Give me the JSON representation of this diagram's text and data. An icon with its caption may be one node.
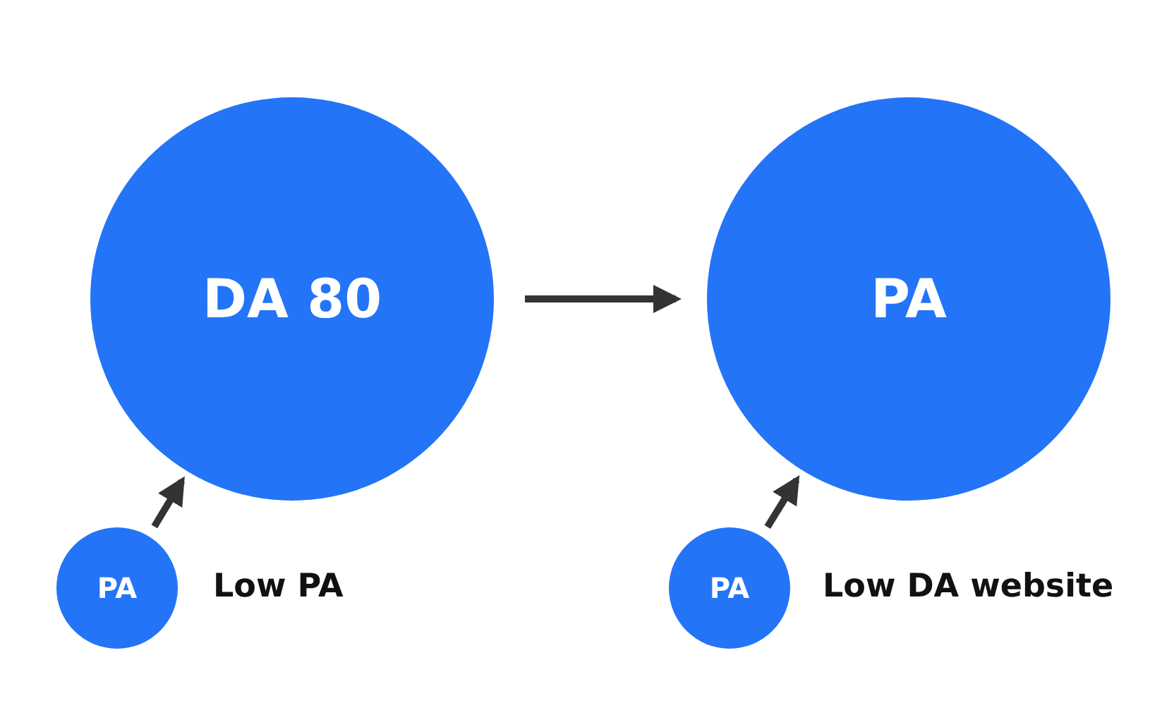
{
  "diagram": {
    "nodes": [
      {
        "text": [
          "DA 80"
        ]
      },
      {
        "text": [
          "PA"
        ]
      },
      {
        "text": [
          "PA"
        ],
        "beside": [
          "Low PA"
        ]
      },
      {
        "text": [
          "PA"
        ],
        "beside": [
          "Low DA website"
        ]
      }
    ],
    "edges": [
      {
        "from": 0,
        "to": 1,
        "arrow": "to"
      },
      {
        "from": 2,
        "to": 0,
        "arrow": "to"
      },
      {
        "from": 3,
        "to": 1,
        "arrow": "to"
      }
    ]
  }
}
